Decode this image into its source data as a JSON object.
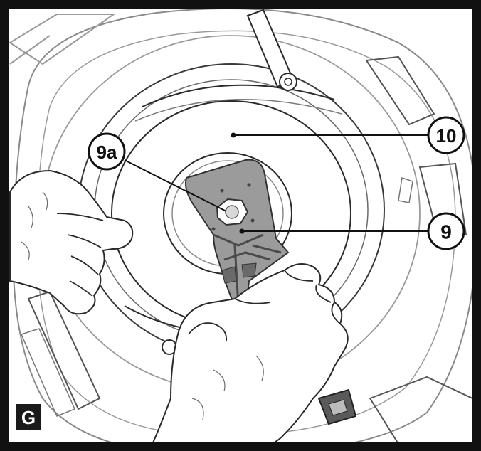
{
  "figure": {
    "panel_label": "G",
    "callouts": [
      {
        "id": "callout-9a",
        "label": "9a"
      },
      {
        "id": "callout-10",
        "label": "10"
      },
      {
        "id": "callout-9",
        "label": "9"
      }
    ]
  },
  "colors": {
    "line": "#1e1e1e",
    "light_line": "#8a8a8a",
    "tool_fill": "#9b9b9b",
    "tool_dark": "#5a5a5a",
    "panel_badge": "#1a1a1a"
  }
}
